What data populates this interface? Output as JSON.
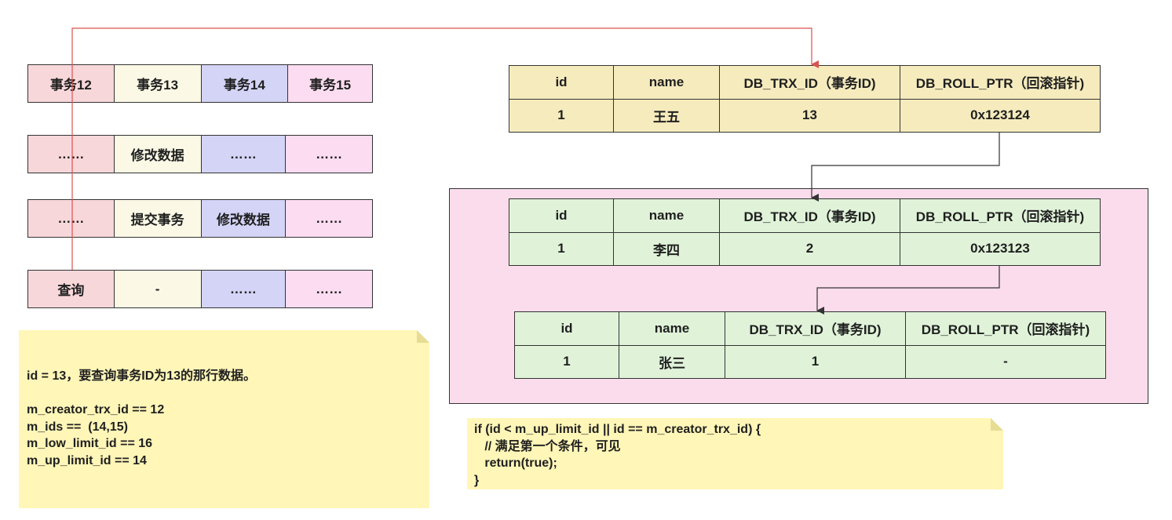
{
  "transactions": {
    "rows": [
      [
        "事务12",
        "事务13",
        "事务14",
        "事务15"
      ],
      [
        "……",
        "修改数据",
        "……",
        "……"
      ],
      [
        "……",
        "提交事务",
        "修改数据",
        "……"
      ],
      [
        "查询",
        "-",
        "……",
        "……"
      ]
    ],
    "column_colors": [
      "#f8d7da",
      "#fbf9e6",
      "#d3d4f6",
      "#fbdcf0"
    ]
  },
  "version_tables": [
    {
      "headers": [
        "id",
        "name",
        "DB_TRX_ID（事务ID)",
        "DB_ROLL_PTR（回滚指针)"
      ],
      "values": [
        "1",
        "王五",
        "13",
        "0x123124"
      ],
      "fill": "#f5ebbd"
    },
    {
      "headers": [
        "id",
        "name",
        "DB_TRX_ID（事务ID)",
        "DB_ROLL_PTR（回滚指针)"
      ],
      "values": [
        "1",
        "李四",
        "2",
        "0x123123"
      ],
      "fill": "#e0f3d9"
    },
    {
      "headers": [
        "id",
        "name",
        "DB_TRX_ID（事务ID)",
        "DB_ROLL_PTR（回滚指针)"
      ],
      "values": [
        "1",
        "张三",
        "1",
        "-"
      ],
      "fill": "#e0f3d9"
    }
  ],
  "notes": {
    "readview": "id = 13，要查询事务ID为13的那行数据。\n\nm_creator_trx_id == 12\nm_ids ==  (14,15)\nm_low_limit_id == 16\nm_up_limit_id == 14",
    "code": "if (id < m_up_limit_id || id == m_creator_trx_id) {\n   // 满足第一个条件，可见\n   return(true);\n}"
  },
  "colors": {
    "query_arrow": "#d9534f",
    "link_arrow": "#333333",
    "note_fill": "#fff6b8",
    "container_fill": "#fbdcec"
  }
}
